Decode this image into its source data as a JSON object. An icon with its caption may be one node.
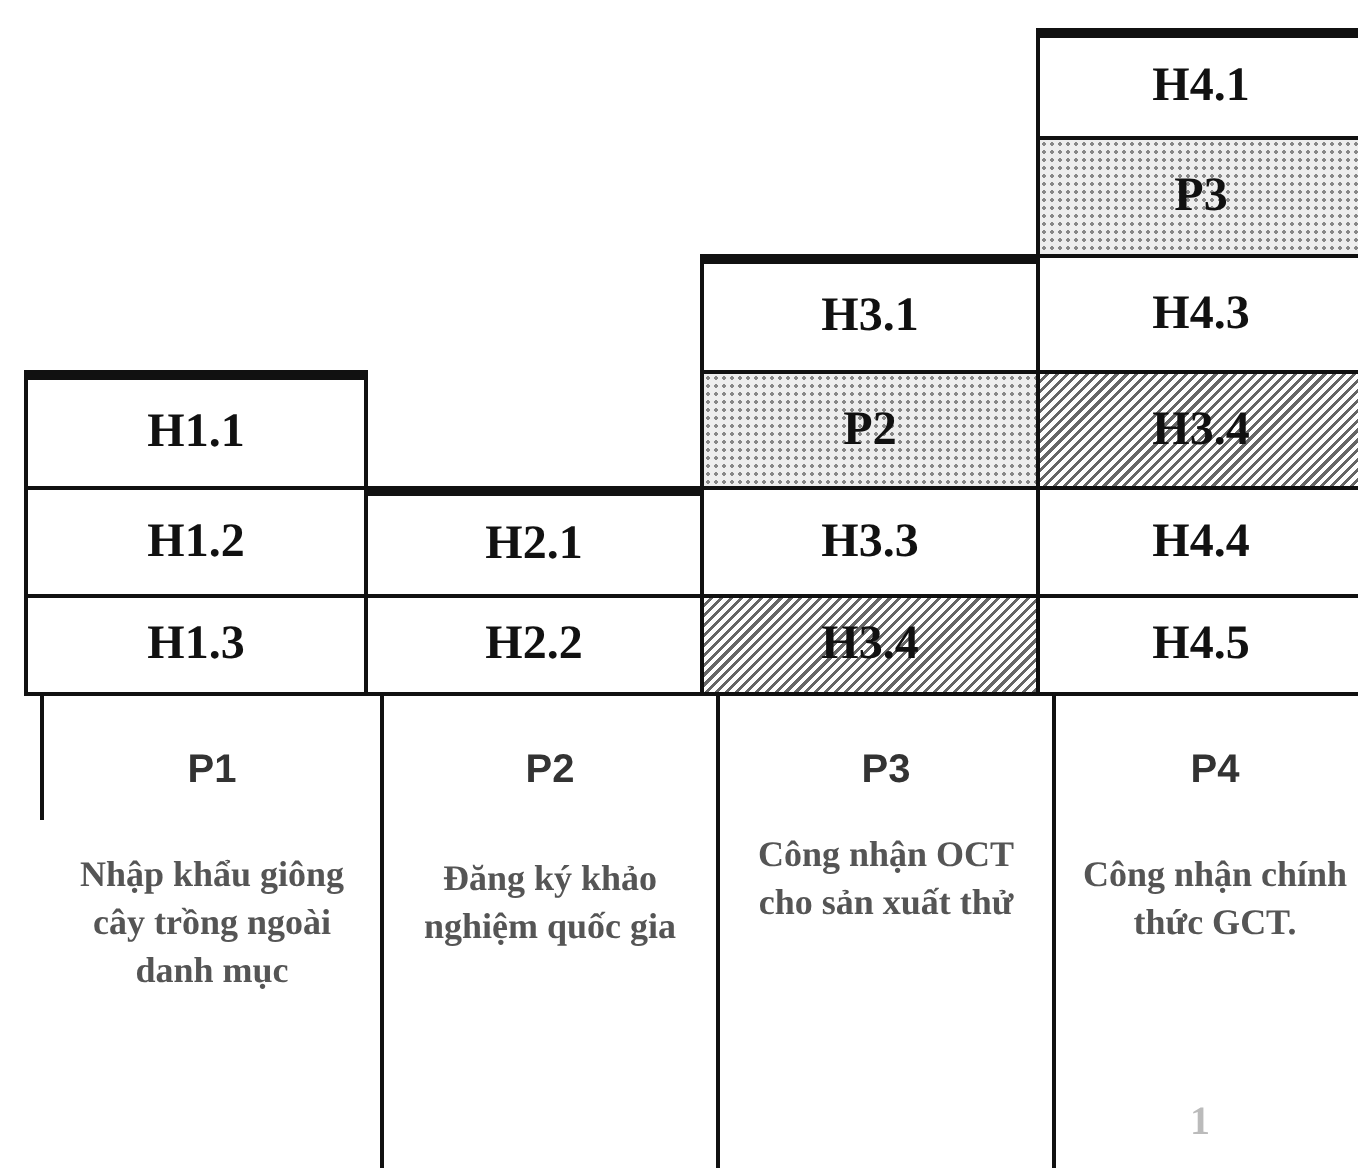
{
  "diagram": {
    "nodes": [
      {
        "text": [
          "H4.1"
        ]
      },
      {
        "text": [
          "P3"
        ]
      },
      {
        "text": [
          "H3.1"
        ]
      },
      {
        "text": [
          "H4.3"
        ]
      },
      {
        "text": [
          "H1.1"
        ]
      },
      {
        "text": [
          "P2"
        ]
      },
      {
        "text": [
          "H3.4"
        ]
      },
      {
        "text": [
          "H1.2"
        ]
      },
      {
        "text": [
          "H2.1"
        ]
      },
      {
        "text": [
          "H3.3"
        ]
      },
      {
        "text": [
          "H4.4"
        ]
      },
      {
        "text": [
          "H1.3"
        ]
      },
      {
        "text": [
          "H2.2"
        ]
      },
      {
        "text": [
          "H3.4"
        ]
      },
      {
        "text": [
          "H4.5"
        ]
      },
      {
        "text": [
          "P1",
          "Nhập khẩu giông cây trồng ngoài danh mục"
        ]
      },
      {
        "text": [
          "P2",
          "Đăng ký khảo nghiệm quốc gia"
        ]
      },
      {
        "text": [
          "P3",
          "Công nhận OCT cho sản xuất thử"
        ]
      },
      {
        "text": [
          "P4",
          "Công nhận chính thức GCT."
        ]
      }
    ],
    "labels": [
      "1"
    ]
  }
}
